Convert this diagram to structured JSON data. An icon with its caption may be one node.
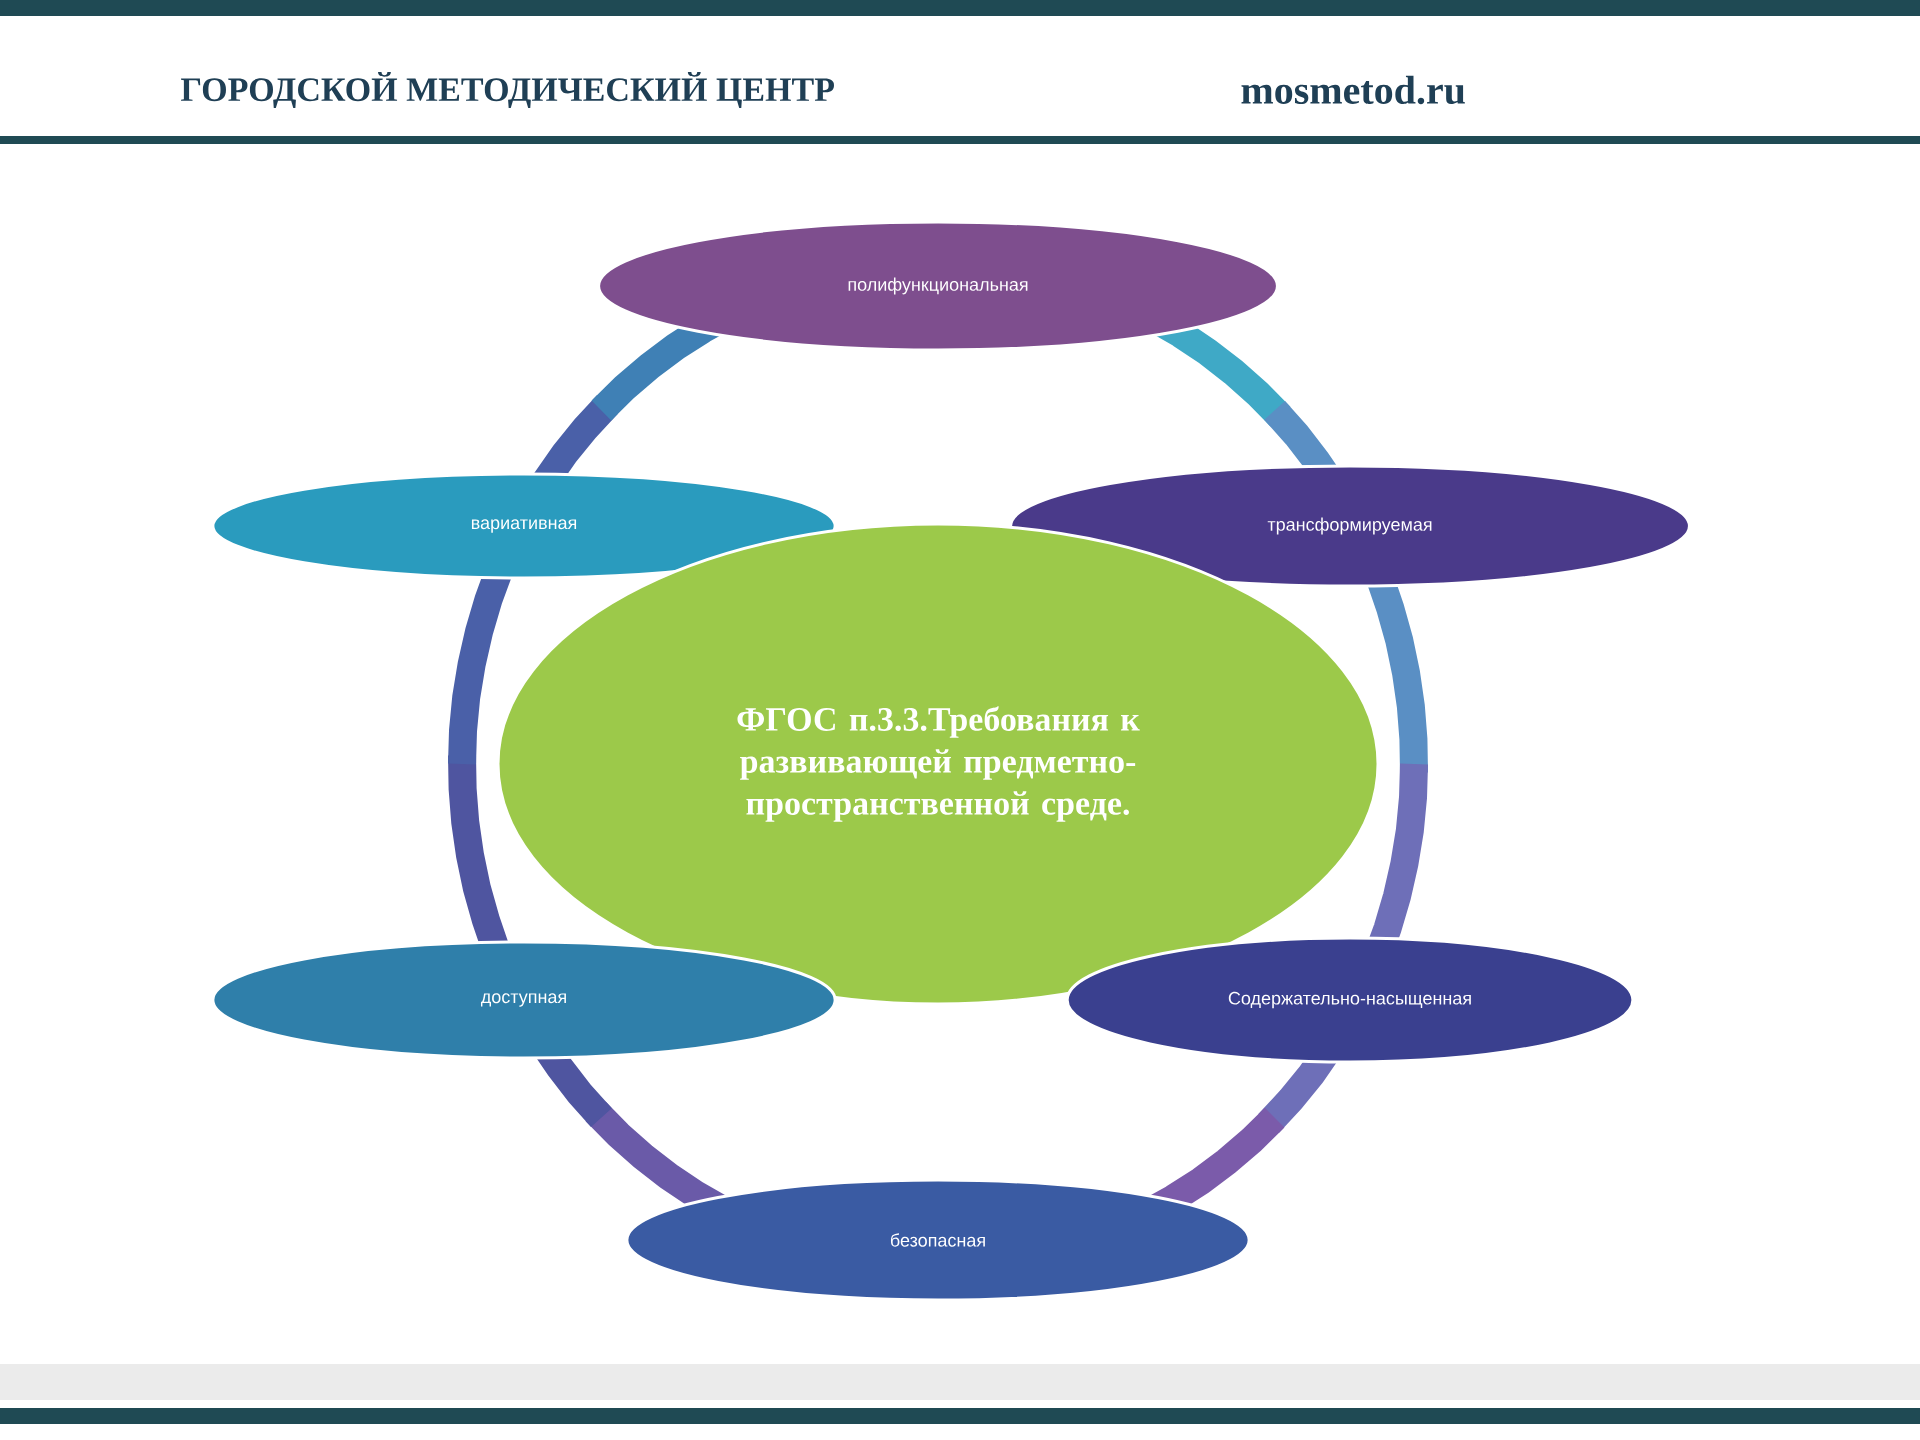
{
  "diagram": {
    "nodes": [
      {
        "text": [
          "полифункциональная"
        ]
      },
      {
        "text": [
          "вариативная"
        ]
      },
      {
        "text": [
          "трансформируемая"
        ]
      },
      {
        "text": [
          "ФГОС п.3.3.Требования к развивающей предметно-пространственной среде."
        ]
      },
      {
        "text": [
          "доступная"
        ]
      },
      {
        "text": [
          "Содержательно-насыщенная"
        ]
      },
      {
        "text": [
          "безопасная"
        ]
      }
    ],
    "labels": [
      "ГОРОДСКОЙ МЕТОДИЧЕСКИЙ ЦЕНТР",
      "mosmetod.ru"
    ]
  }
}
